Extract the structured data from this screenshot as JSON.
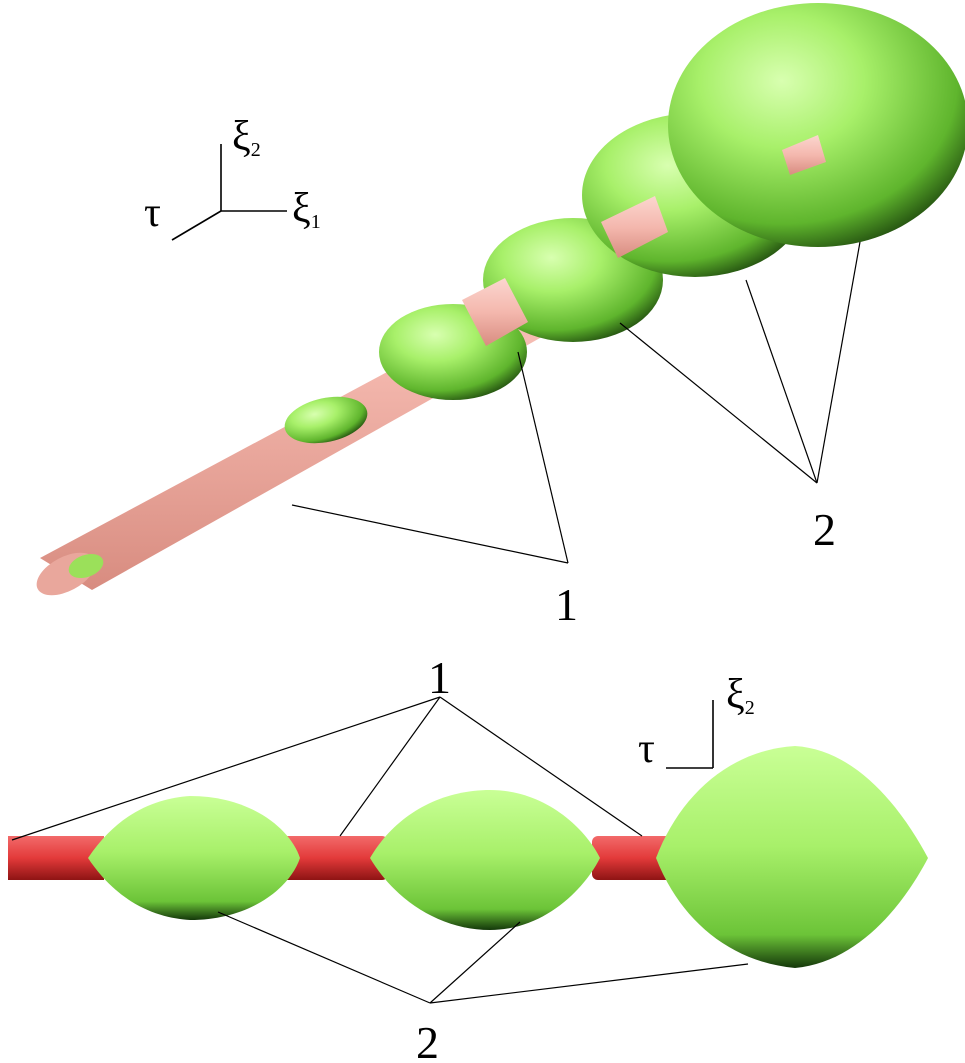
{
  "colors": {
    "bulge_green": "#a8f06a",
    "bulge_dark": "#0d2b05",
    "tube_pink": "#f4b8ae",
    "tube_red": "#e33a3a",
    "tube_red_dark": "#8e1414"
  },
  "top_view": {
    "axes": {
      "vertical": "ξ",
      "vertical_sub": "2",
      "horizontal": "ξ",
      "horizontal_sub": "1",
      "depth": "τ"
    },
    "label_1": "1",
    "label_2": "2"
  },
  "bottom_view": {
    "axes": {
      "vertical": "ξ",
      "vertical_sub": "2",
      "horizontal": "τ"
    },
    "label_1": "1",
    "label_2": "2"
  }
}
